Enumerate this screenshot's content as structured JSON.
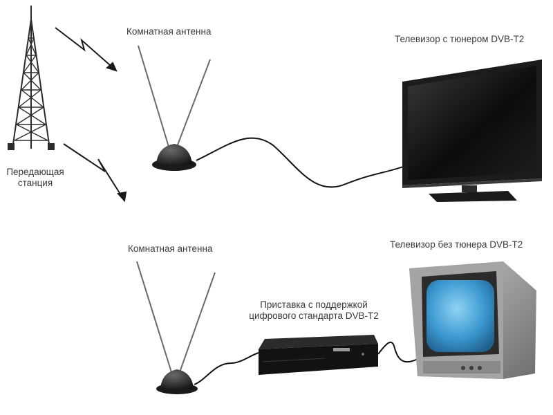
{
  "labels": {
    "station_line1": "Передающая",
    "station_line2": "станция",
    "antenna_top": "Комнатная антенна",
    "antenna_bottom": "Комнатная антенна",
    "tv_top": "Телевизор с тюнером DVB-T2",
    "tv_bottom": "Телевизор без тюнера DVB-T2",
    "stb_line1": "Приставка с поддержкой",
    "stb_line2": "цифрового стандарта DVB-T2"
  },
  "colors": {
    "tower": "#2b2b2b",
    "signal": "#1a1a1a",
    "cable": "#111111",
    "tv_frame": "#1c1c1c",
    "crt_screen": "#4aa8d8",
    "crt_body": "#9a9a9a"
  }
}
